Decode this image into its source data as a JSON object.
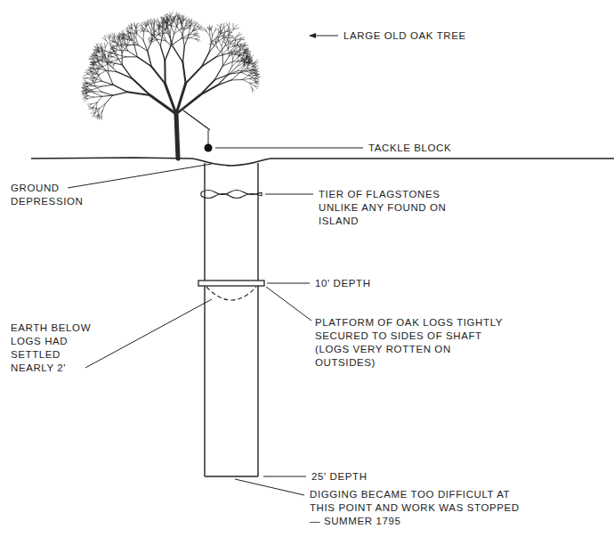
{
  "diagram": {
    "labels": [
      "LARGE OLD OAK TREE",
      "TACKLE BLOCK",
      "GROUND DEPRESSION",
      "TIER OF FLAGSTONES UNLIKE ANY FOUND ON ISLAND",
      "10' DEPTH",
      "EARTH BELOW LOGS HAD SETTLED NEARLY 2'",
      "PLATFORM OF OAK LOGS TIGHTLY SECURED TO SIDES OF SHAFT (LOGS VERY ROTTEN ON OUTSIDES)",
      "25' DEPTH",
      "DIGGING BECAME TOO DIFFICULT AT THIS POINT AND WORK WAS STOPPED — SUMMER 1795"
    ]
  }
}
